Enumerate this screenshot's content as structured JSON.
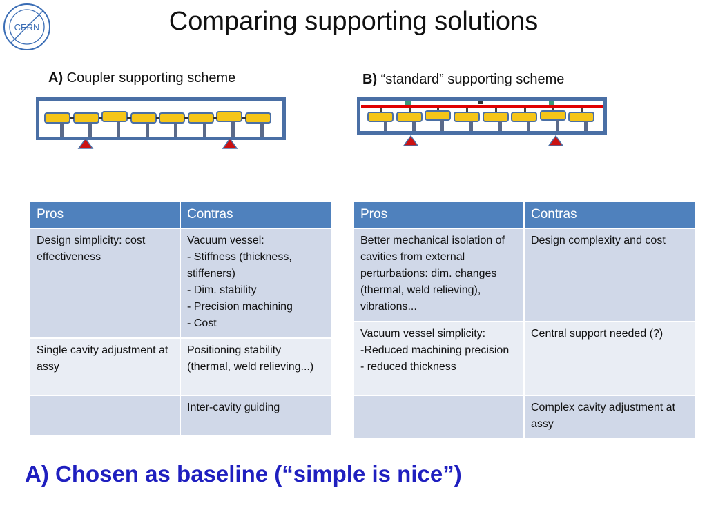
{
  "logo_text": "CERN",
  "title": "Comparing supporting solutions",
  "scheme_a": {
    "label": "A)",
    "caption": "Coupler supporting scheme"
  },
  "scheme_b": {
    "label": "B)",
    "caption": "“standard” supporting scheme"
  },
  "table_a": {
    "headers": [
      "Pros",
      "Contras"
    ],
    "rows": [
      [
        "Design simplicity: cost effectiveness",
        "Vacuum vessel:\n- Stiffness (thickness, stiffeners)\n- Dim. stability\n- Precision machining\n- Cost"
      ],
      [
        "Single cavity adjustment at assy",
        "Positioning stability (thermal, weld relieving...)"
      ],
      [
        "",
        "Inter-cavity guiding"
      ]
    ]
  },
  "table_b": {
    "headers": [
      "Pros",
      "Contras"
    ],
    "rows": [
      [
        "Better mechanical isolation of cavities from external perturbations: dim. changes (thermal, weld relieving), vibrations...",
        "Design complexity and cost"
      ],
      [
        "Vacuum vessel simplicity:\n-Reduced machining precision\n- reduced thickness",
        "Central support needed (?)"
      ],
      [
        "",
        "Complex cavity  adjustment at assy"
      ]
    ]
  },
  "conclusion": "A) Chosen as baseline (“simple is nice”)",
  "colors": {
    "header_bg": "#4f81bd",
    "row_dark": "#d0d8e8",
    "row_light": "#e9edf4",
    "conclusion": "#1f1fbf",
    "frame": "#4a6fa5",
    "cavity": "#f5c518",
    "support": "#cc1111",
    "rail": "#e00000"
  },
  "icons": {
    "logo": "cern-logo-icon",
    "support": "triangle-support-icon"
  }
}
